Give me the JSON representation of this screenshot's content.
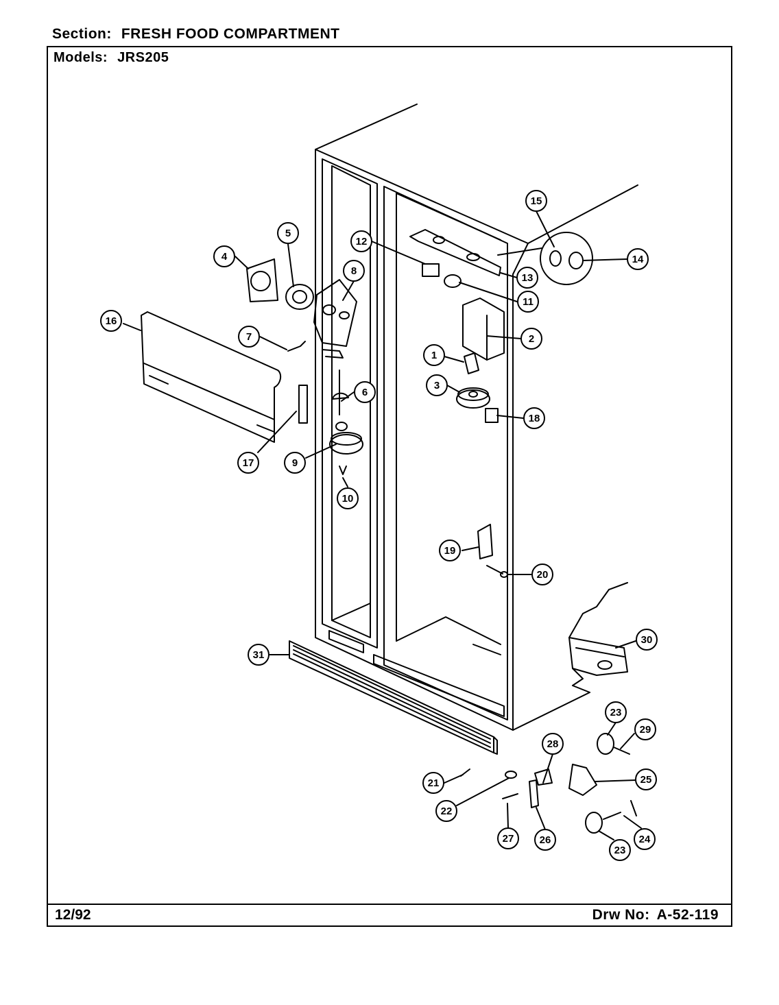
{
  "header": {
    "section_label": "Section:",
    "section_value": "FRESH FOOD COMPARTMENT",
    "models_label": "Models:",
    "models_value": "JRS205"
  },
  "footer": {
    "date": "12/92",
    "drawing_label": "Drw No:",
    "drawing_number": "A-52-119"
  },
  "callouts": [
    {
      "id": "c1",
      "label": "1"
    },
    {
      "id": "c2",
      "label": "2"
    },
    {
      "id": "c3",
      "label": "3"
    },
    {
      "id": "c4",
      "label": "4"
    },
    {
      "id": "c5",
      "label": "5"
    },
    {
      "id": "c6",
      "label": "6"
    },
    {
      "id": "c7",
      "label": "7"
    },
    {
      "id": "c8",
      "label": "8"
    },
    {
      "id": "c9",
      "label": "9"
    },
    {
      "id": "c10",
      "label": "10"
    },
    {
      "id": "c11",
      "label": "11"
    },
    {
      "id": "c12",
      "label": "12"
    },
    {
      "id": "c13",
      "label": "13"
    },
    {
      "id": "c14",
      "label": "14"
    },
    {
      "id": "c15",
      "label": "15"
    },
    {
      "id": "c16",
      "label": "16"
    },
    {
      "id": "c17",
      "label": "17"
    },
    {
      "id": "c18",
      "label": "18"
    },
    {
      "id": "c19",
      "label": "19"
    },
    {
      "id": "c20",
      "label": "20"
    },
    {
      "id": "c21",
      "label": "21"
    },
    {
      "id": "c22",
      "label": "22"
    },
    {
      "id": "c23a",
      "label": "23"
    },
    {
      "id": "c23b",
      "label": "23"
    },
    {
      "id": "c24",
      "label": "24"
    },
    {
      "id": "c25",
      "label": "25"
    },
    {
      "id": "c26",
      "label": "26"
    },
    {
      "id": "c27",
      "label": "27"
    },
    {
      "id": "c28",
      "label": "28"
    },
    {
      "id": "c29",
      "label": "29"
    },
    {
      "id": "c30",
      "label": "30"
    },
    {
      "id": "c31",
      "label": "31"
    }
  ]
}
